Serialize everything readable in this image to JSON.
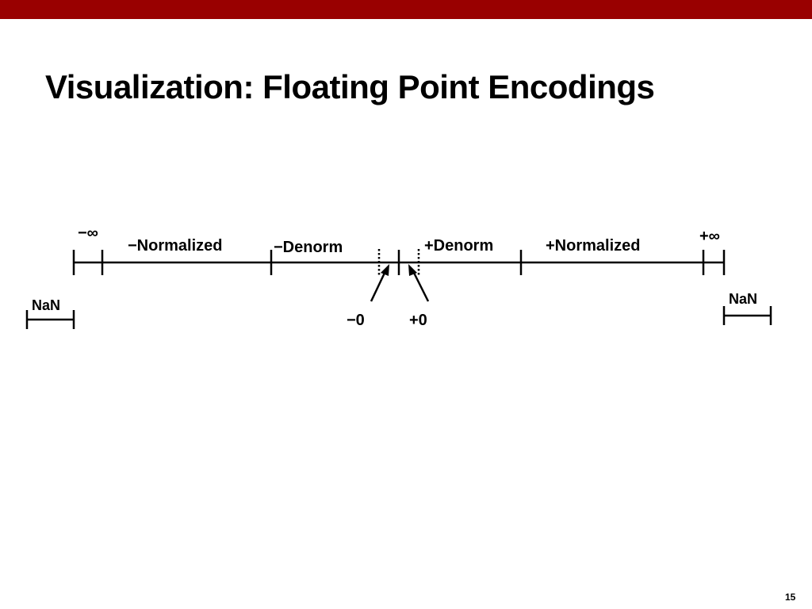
{
  "slide": {
    "title": "Visualization: Floating Point Encodings",
    "page_number": "15",
    "accent_color": "#990000"
  },
  "diagram": {
    "labels": {
      "neg_infinity": "−∞",
      "pos_infinity": "+∞",
      "neg_normalized": "−Normalized",
      "neg_denorm": "−Denorm",
      "pos_denorm": "+Denorm",
      "pos_normalized": "+Normalized",
      "neg_zero": "−0",
      "pos_zero": "+0",
      "nan_left": "NaN",
      "nan_right": "NaN"
    }
  }
}
